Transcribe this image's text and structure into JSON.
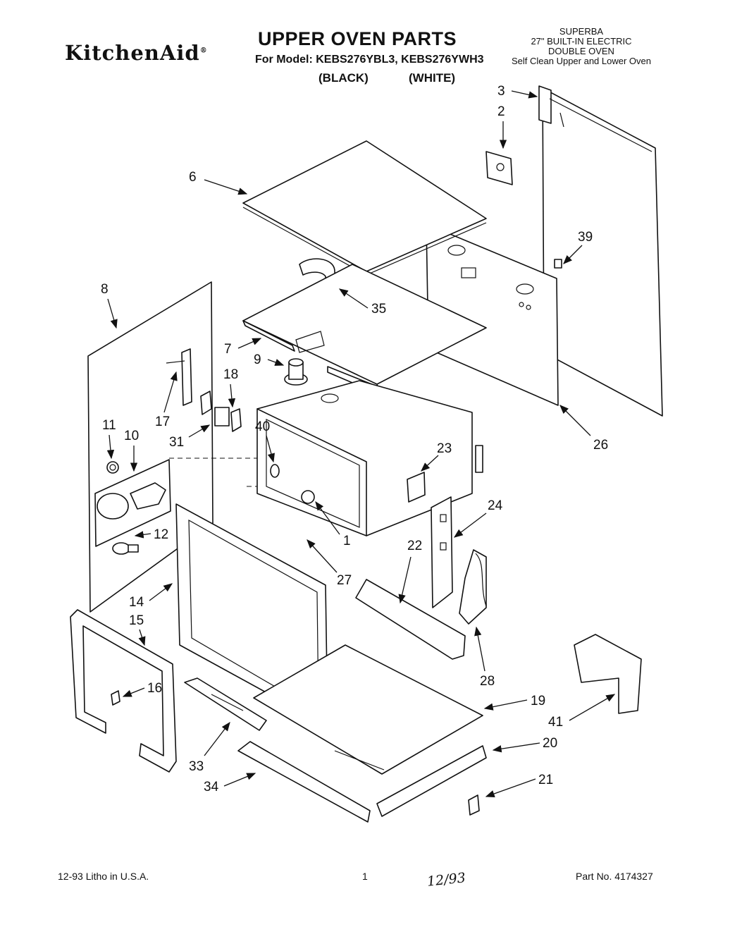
{
  "header": {
    "brand": "KitchenAid",
    "title": "UPPER OVEN PARTS",
    "model_line": "For Model: KEBS276YBL3, KEBS276YWH3",
    "color_black": "(BLACK)",
    "color_white": "(WHITE)",
    "desc_line1": "SUPERBA",
    "desc_line2": "27\" BUILT-IN ELECTRIC",
    "desc_line3": "DOUBLE OVEN",
    "desc_line4": "Self Clean Upper and Lower Oven"
  },
  "footer": {
    "litho": "12-93 Litho in U.S.A.",
    "page": "1",
    "handwritten": "12/93",
    "part_no": "Part No. 4174327"
  },
  "callouts": [
    "1",
    "2",
    "3",
    "6",
    "7",
    "8",
    "9",
    "10",
    "11",
    "12",
    "14",
    "15",
    "16",
    "17",
    "18",
    "19",
    "20",
    "21",
    "22",
    "23",
    "24",
    "26",
    "27",
    "28",
    "31",
    "33",
    "34",
    "35",
    "39",
    "40",
    "41"
  ]
}
